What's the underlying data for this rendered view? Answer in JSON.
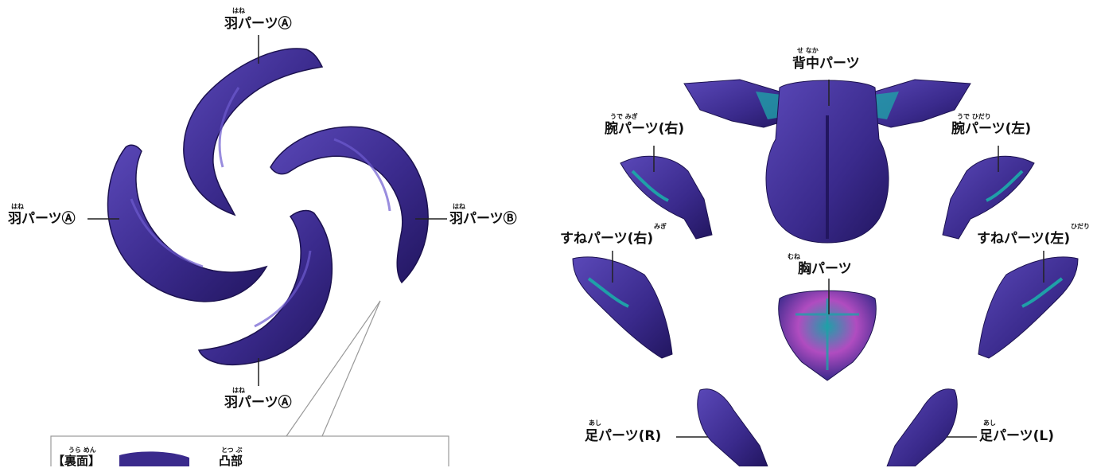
{
  "colors": {
    "part_main": "#3a2a8c",
    "part_dark": "#221660",
    "part_light": "#5a48b8",
    "accent_teal": "#1fa0a8",
    "accent_pink": "#b04cc0",
    "leader": "#222222",
    "inset_line": "#999999"
  },
  "left": {
    "wing_top": {
      "label": "羽パーツⒶ",
      "furigana": "はね"
    },
    "wing_left": {
      "label": "羽パーツⒶ",
      "furigana": "はね"
    },
    "wing_right": {
      "label": "羽パーツⒷ",
      "furigana": "はね"
    },
    "wing_bottom": {
      "label": "羽パーツⒶ",
      "furigana": "はね"
    },
    "inset": {
      "title": "【裏面】",
      "title_furigana": "うら めん",
      "convex_label": "凸部",
      "convex_furigana": "とつ ぶ"
    }
  },
  "right": {
    "back": {
      "label": "背中パーツ",
      "furigana": "せ なか"
    },
    "arm_right": {
      "label": "腕パーツ(右)",
      "furigana": "うで            みぎ"
    },
    "arm_left": {
      "label": "腕パーツ(左)",
      "furigana": "うで            ひだり"
    },
    "shin_right": {
      "label": "すねパーツ(右)",
      "furigana": "みぎ"
    },
    "shin_left": {
      "label": "すねパーツ(左)",
      "furigana": "ひだり"
    },
    "chest": {
      "label": "胸パーツ",
      "furigana": "むね"
    },
    "foot_right": {
      "label": "足パーツ(R)",
      "furigana": "あし"
    },
    "foot_left": {
      "label": "足パーツ(L)",
      "furigana": "あし"
    }
  }
}
